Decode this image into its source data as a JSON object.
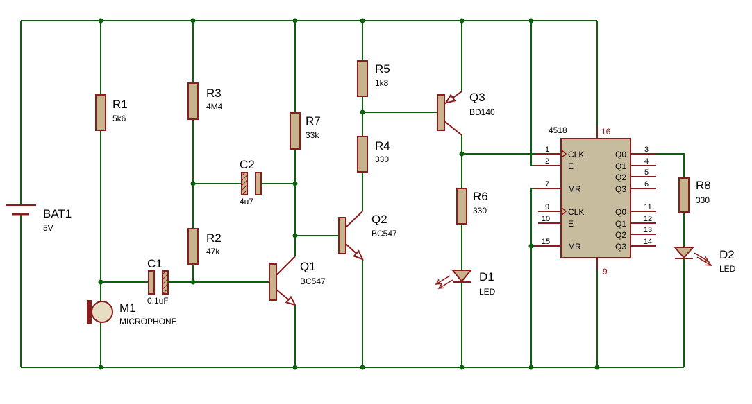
{
  "colors": {
    "wire": "#0b600b",
    "component": "#8b1c1c",
    "body": "#c8b48c",
    "ic_body": "#c8bc9e",
    "power_pin_number": "#a01818",
    "mic_fill": "#e6ddc3"
  },
  "battery": {
    "ref": "BAT1",
    "value": "5V"
  },
  "resistors": {
    "r1": {
      "ref": "R1",
      "value": "5k6"
    },
    "r2": {
      "ref": "R2",
      "value": "47k"
    },
    "r3": {
      "ref": "R3",
      "value": "4M4"
    },
    "r4": {
      "ref": "R4",
      "value": "330"
    },
    "r5": {
      "ref": "R5",
      "value": "1k8"
    },
    "r6": {
      "ref": "R6",
      "value": "330"
    },
    "r7": {
      "ref": "R7",
      "value": "33k"
    },
    "r8": {
      "ref": "R8",
      "value": "330"
    }
  },
  "capacitors": {
    "c1": {
      "ref": "C1",
      "value": "0.1uF"
    },
    "c2": {
      "ref": "C2",
      "value": "4u7"
    }
  },
  "microphone": {
    "ref": "M1",
    "value": "MICROPHONE"
  },
  "transistors": {
    "q1": {
      "ref": "Q1",
      "value": "BC547"
    },
    "q2": {
      "ref": "Q2",
      "value": "BC547"
    },
    "q3": {
      "ref": "Q3",
      "value": "BD140"
    }
  },
  "leds": {
    "d1": {
      "ref": "D1",
      "value": "LED"
    },
    "d2": {
      "ref": "D2",
      "value": "LED"
    }
  },
  "ic": {
    "name": "4518",
    "vdd_pin": "16",
    "vss_pin": "9",
    "left_pins": [
      {
        "num": "1",
        "label": "CLK"
      },
      {
        "num": "2",
        "label": "E"
      },
      {
        "num": "7",
        "label": "MR"
      },
      {
        "num": "9",
        "label": "CLK"
      },
      {
        "num": "10",
        "label": "E"
      },
      {
        "num": "15",
        "label": "MR"
      }
    ],
    "right_pins": [
      {
        "num": "3",
        "label": "Q0"
      },
      {
        "num": "4",
        "label": "Q1"
      },
      {
        "num": "5",
        "label": "Q2"
      },
      {
        "num": "6",
        "label": "Q3"
      },
      {
        "num": "11",
        "label": "Q0"
      },
      {
        "num": "12",
        "label": "Q1"
      },
      {
        "num": "13",
        "label": "Q2"
      },
      {
        "num": "14",
        "label": "Q3"
      }
    ]
  }
}
